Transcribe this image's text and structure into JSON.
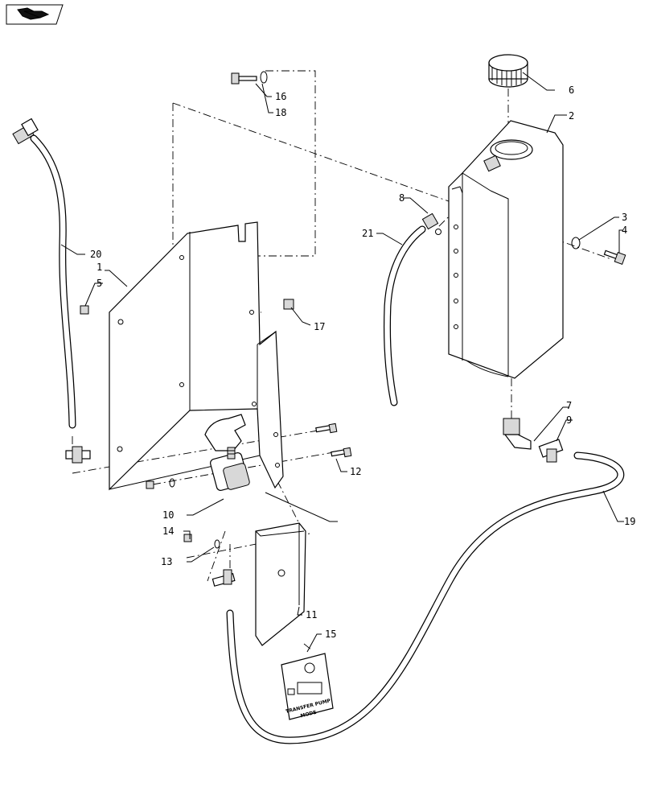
{
  "icon": {
    "name": "book-pointer-icon"
  },
  "callouts": [
    "1",
    "2",
    "3",
    "4",
    "5",
    "6",
    "7",
    "8",
    "9",
    "10",
    "11",
    "12",
    "13",
    "14",
    "15",
    "16",
    "17",
    "18",
    "19",
    "20",
    "21"
  ],
  "decal": {
    "line1": "TRANSFER  PUMP",
    "line2": "MODE"
  }
}
